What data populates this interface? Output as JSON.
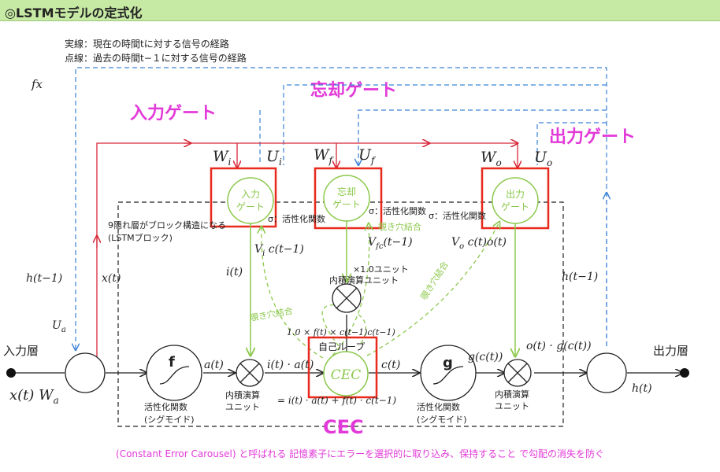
{
  "title": "◎LSTMモデルの定式化",
  "legend": {
    "solid": "実線：現在の時間tに対する信号の経路",
    "dotted": "点線：過去の時間t−１に対する信号の経路"
  },
  "fx": "fx",
  "gates": {
    "input_title": "入力ゲート",
    "forget_title": "忘却ゲート",
    "output_title": "出力ゲート",
    "input_circle": [
      "入力",
      "ゲート"
    ],
    "forget_circle": [
      "忘却",
      "ゲート"
    ],
    "output_circle": [
      "出力",
      "ゲート"
    ]
  },
  "weights": {
    "Wi": "W",
    "Wi_sub": "i",
    "Ui": "U",
    "Ui_sub": "i",
    "Wf": "W",
    "Wf_sub": "f",
    "Uf": "U",
    "Uf_sub": "f",
    "Wo": "W",
    "Wo_sub": "o",
    "Uo": "U",
    "Uo_sub": "o"
  },
  "sigma": {
    "input": "σ：活性化関数",
    "forget": "σ：活性化関数",
    "output": "σ：活性化関数"
  },
  "block_note": [
    "9隠れ層がブロック構造になる",
    "(LSTMブロック)"
  ],
  "labels": {
    "h_t_1_left": "h(t−1)",
    "x_t": "x(t)",
    "U_a": "U",
    "U_a_sub": "a",
    "input_layer": "入力層",
    "output_layer": "出力層",
    "x_t_W_a": "x(t) W",
    "x_t_W_a_sub": "a",
    "i_t": "i(t)",
    "a_t": "a(t)",
    "i_t_a_t": "i(t) · a(t)",
    "c_t": "c(t)",
    "g_c_t": "g(c(t))",
    "o_t_g_c_t": "o(t) · g(c(t))",
    "h_t_right": "h(t)",
    "h_t_1_right": "h(t−1)",
    "Vi_c": "V",
    "Vi_c_sub": "i",
    "Vi_c_rest": " c(t−1)",
    "Vfc": "V",
    "Vfc_sub": "fc",
    "Vfc_rest": "(t−1)",
    "Vo_c": "V",
    "Vo_c_sub": "o",
    "Vo_c_rest": " c(t)o(t)",
    "x10_unit": [
      "×1.0ユニット",
      "内積演算ユニット"
    ],
    "peephole_left": "覗き穴結合",
    "peephole_top": "覗き穴結合",
    "peephole_right": "覗き穴結合",
    "cec_formula": "1.0 × f(t) × c(t−1)c(t−1)",
    "self_loop": "自己ループ",
    "cec_circle": "CEC",
    "cec_big": "CEC",
    "cell_equation": "= i(t) · a(t) + f(t) · c(t−1)",
    "f_box": "f",
    "g_box": "g",
    "act_left": [
      "活性化関数",
      "(シグモイド)"
    ],
    "act_right": [
      "活性化関数",
      "(シグモイド)"
    ],
    "dot_unit_left": [
      "内積演算",
      "ユニット"
    ],
    "dot_unit_right": [
      "内積演算",
      "ユニット"
    ]
  },
  "footer": "(Constant Error Carousel) と呼ばれる 記憶素子にエラーを選択的に取り込み、保持すること で勾配の消失を防ぐ",
  "colors": {
    "red": "#d8283a",
    "blue": "#3b82d6",
    "green": "#8cc84b",
    "magenta": "#e23ad8",
    "box_red": "#e8291c",
    "title_bg": "#c6e9a4"
  }
}
